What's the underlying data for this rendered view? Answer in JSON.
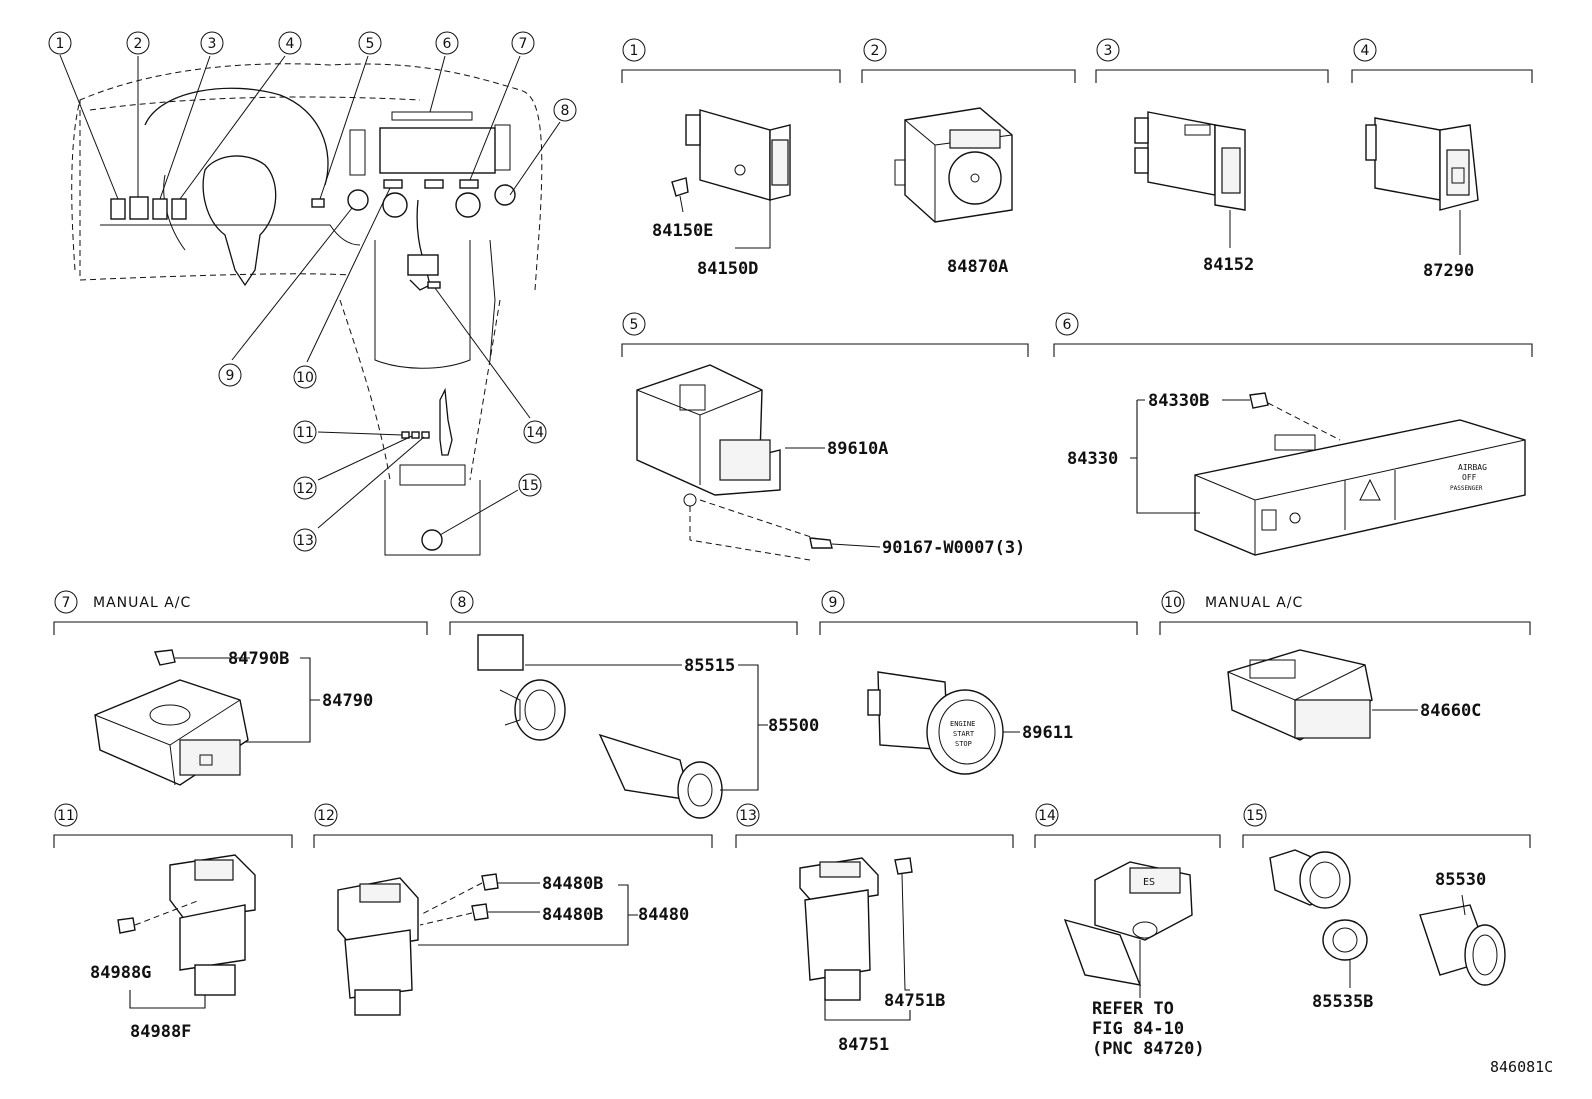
{
  "figure_code": "846081C",
  "dashboard_callouts": [
    "1",
    "2",
    "3",
    "4",
    "5",
    "6",
    "7",
    "8",
    "9",
    "10",
    "11",
    "12",
    "13",
    "14",
    "15"
  ],
  "sections": [
    {
      "num": "1",
      "caption": "",
      "parts": [
        "84150E",
        "84150D"
      ]
    },
    {
      "num": "2",
      "caption": "",
      "parts": [
        "84870A"
      ]
    },
    {
      "num": "3",
      "caption": "",
      "parts": [
        "84152"
      ]
    },
    {
      "num": "4",
      "caption": "",
      "parts": [
        "87290"
      ]
    },
    {
      "num": "5",
      "caption": "",
      "parts": [
        "89610A",
        "90167-W0007(3)"
      ]
    },
    {
      "num": "6",
      "caption": "",
      "parts": [
        "84330B",
        "84330"
      ]
    },
    {
      "num": "7",
      "caption": "MANUAL A/C",
      "parts": [
        "84790B",
        "84790"
      ]
    },
    {
      "num": "8",
      "caption": "",
      "parts": [
        "85515",
        "85500"
      ]
    },
    {
      "num": "9",
      "caption": "",
      "parts": [
        "89611"
      ]
    },
    {
      "num": "10",
      "caption": "MANUAL A/C",
      "parts": [
        "84660C"
      ]
    },
    {
      "num": "11",
      "caption": "",
      "parts": [
        "84988G",
        "84988F"
      ]
    },
    {
      "num": "12",
      "caption": "",
      "parts": [
        "84480B",
        "84480B",
        "84480"
      ]
    },
    {
      "num": "13",
      "caption": "",
      "parts": [
        "84751B",
        "84751"
      ]
    },
    {
      "num": "14",
      "caption": "",
      "parts": [
        "REFER TO",
        "FIG 84-10",
        "(PNC 84720)"
      ]
    },
    {
      "num": "15",
      "caption": "",
      "parts": [
        "85530",
        "85535B"
      ]
    }
  ],
  "part_text": {
    "start_button": [
      "ENGINE",
      "START",
      "STOP"
    ],
    "switch_es": "ES",
    "airbag": [
      "AIRBAG",
      "OFF",
      "PASSENGER"
    ]
  }
}
